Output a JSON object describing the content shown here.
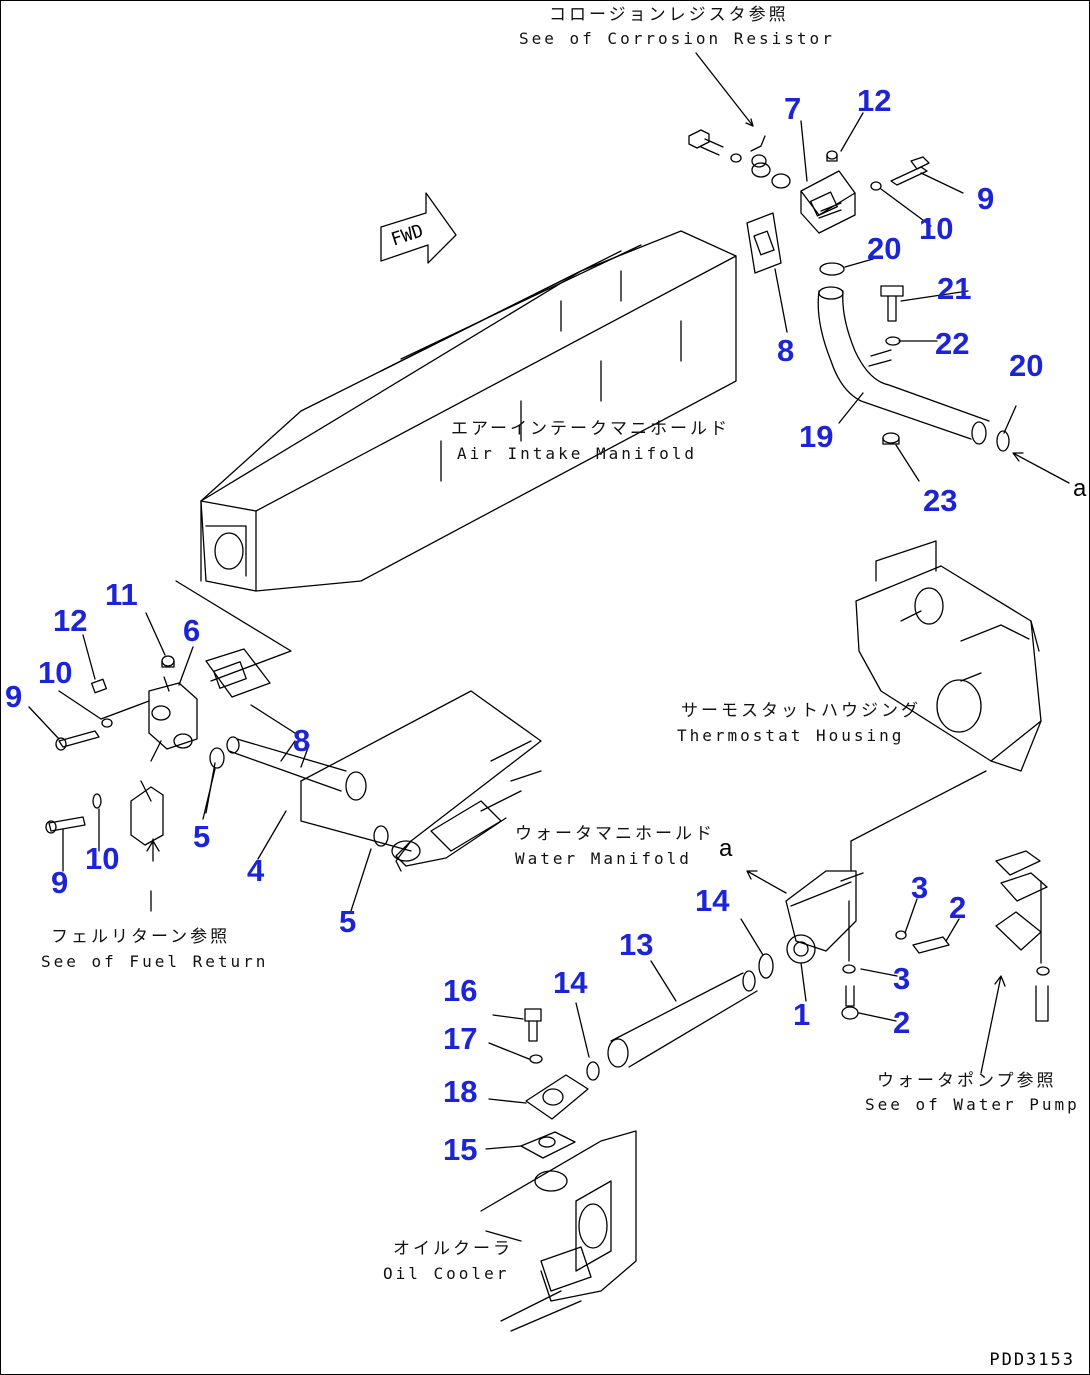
{
  "diagram": {
    "drawing_code": "PDD3153",
    "fwd_label": "FWD",
    "arrow_marker": "a",
    "callouts": [
      {
        "id": "c7a",
        "text": "7"
      },
      {
        "id": "c12a",
        "text": "12"
      },
      {
        "id": "c9a",
        "text": "9"
      },
      {
        "id": "c10a",
        "text": "10"
      },
      {
        "id": "c20a",
        "text": "20"
      },
      {
        "id": "c21",
        "text": "21"
      },
      {
        "id": "c8a",
        "text": "8"
      },
      {
        "id": "c22",
        "text": "22"
      },
      {
        "id": "c20b",
        "text": "20"
      },
      {
        "id": "c19",
        "text": "19"
      },
      {
        "id": "c23",
        "text": "23"
      },
      {
        "id": "c11",
        "text": "11"
      },
      {
        "id": "c12b",
        "text": "12"
      },
      {
        "id": "c6",
        "text": "6"
      },
      {
        "id": "c10b",
        "text": "10"
      },
      {
        "id": "c9b",
        "text": "9"
      },
      {
        "id": "c8b",
        "text": "8"
      },
      {
        "id": "c5a",
        "text": "5"
      },
      {
        "id": "c10c",
        "text": "10"
      },
      {
        "id": "c9c",
        "text": "9"
      },
      {
        "id": "c4",
        "text": "4"
      },
      {
        "id": "c5b",
        "text": "5"
      },
      {
        "id": "c14a",
        "text": "14"
      },
      {
        "id": "c3a",
        "text": "3"
      },
      {
        "id": "c2a",
        "text": "2"
      },
      {
        "id": "c13",
        "text": "13"
      },
      {
        "id": "c3b",
        "text": "3"
      },
      {
        "id": "c16",
        "text": "16"
      },
      {
        "id": "c14b",
        "text": "14"
      },
      {
        "id": "c1",
        "text": "1"
      },
      {
        "id": "c2b",
        "text": "2"
      },
      {
        "id": "c17",
        "text": "17"
      },
      {
        "id": "c18",
        "text": "18"
      },
      {
        "id": "c15",
        "text": "15"
      }
    ],
    "references": {
      "corrosion_resistor": {
        "jp": "コロージョンレジスタ参照",
        "en": "See of Corrosion Resistor"
      },
      "air_intake": {
        "jp": "エアーインテークマニホールド",
        "en": "Air Intake Manifold"
      },
      "thermostat": {
        "jp": "サーモスタットハウジング",
        "en": "Thermostat Housing"
      },
      "water_manifold": {
        "jp": "ウォータマニホールド",
        "en": "Water Manifold"
      },
      "fuel_return": {
        "jp": "フェルリターン参照",
        "en": "See of Fuel Return"
      },
      "water_pump": {
        "jp": "ウォータポンプ参照",
        "en": "See of Water Pump"
      },
      "oil_cooler": {
        "jp": "オイルクーラ",
        "en": "Oil Cooler"
      }
    }
  }
}
